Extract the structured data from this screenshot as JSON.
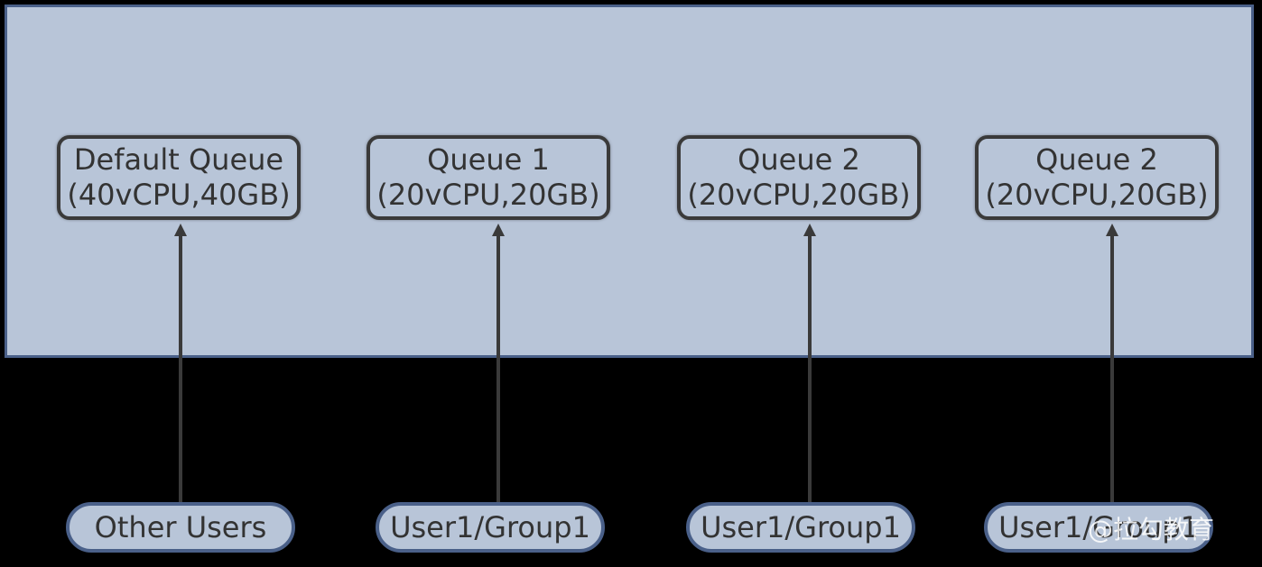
{
  "queues": [
    {
      "name": "Default Queue",
      "capacity": "(40vCPU,40GB)"
    },
    {
      "name": "Queue 1",
      "capacity": "(20vCPU,20GB)"
    },
    {
      "name": "Queue 2",
      "capacity": "(20vCPU,20GB)"
    },
    {
      "name": "Queue 2",
      "capacity": "(20vCPU,20GB)"
    }
  ],
  "users": [
    {
      "label": "Other Users"
    },
    {
      "label": "User1/Group1"
    },
    {
      "label": "User1/Group1"
    },
    {
      "label": "User1/Group1"
    }
  ],
  "watermark": "@拉勾教育",
  "colors": {
    "background": "#000000",
    "panel_fill": "#b8c5d8",
    "panel_border": "#4a6089",
    "queue_border": "#3a3a3a",
    "arrow": "#3a3a3a",
    "text": "#333333"
  }
}
